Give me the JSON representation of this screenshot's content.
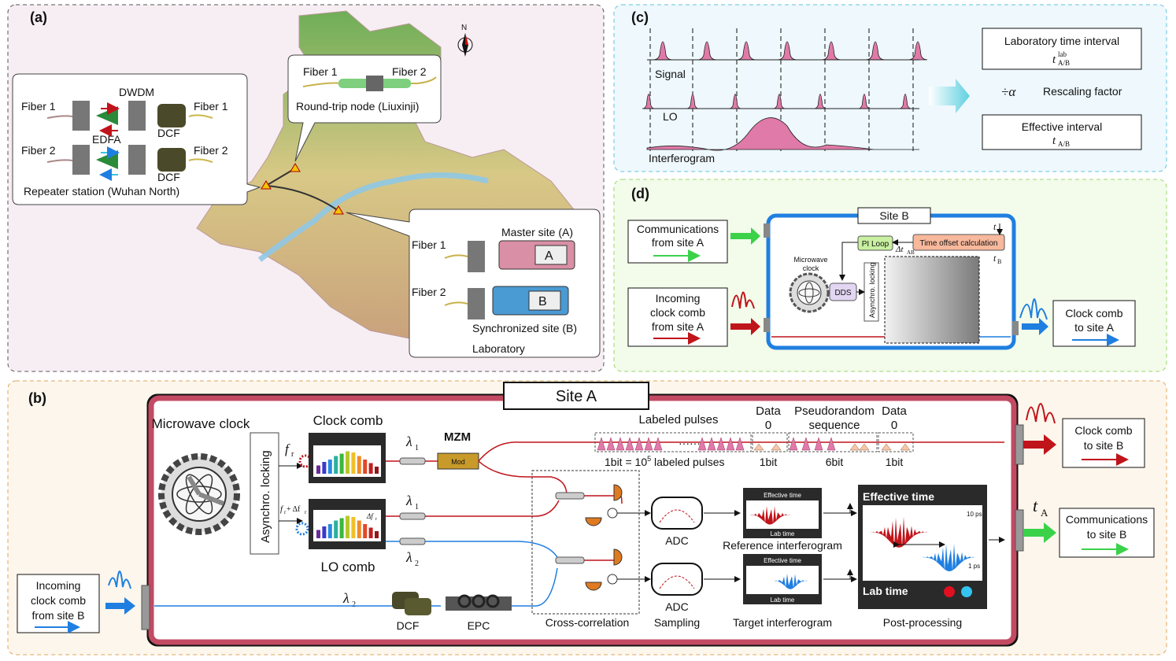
{
  "panel_a": {
    "label": "(a)",
    "north": "N",
    "repeater": {
      "fiber1_left": "Fiber 1",
      "fiber1_right": "Fiber 1",
      "fiber2_left": "Fiber 2",
      "fiber2_right": "Fiber 2",
      "dwdm": "DWDM",
      "edfa": "EDFA",
      "dcf_top": "DCF",
      "dcf_bottom": "DCF",
      "caption": "Repeater station (Wuhan North)"
    },
    "node": {
      "fiber1": "Fiber 1",
      "fiber2": "Fiber 2",
      "caption": "Round-trip node (Liuxinji)"
    },
    "lab": {
      "fiber1": "Fiber 1",
      "fiber2": "Fiber 2",
      "master": "Master site (A)",
      "synced": "Synchronized site (B)",
      "box_a": "A",
      "box_b": "B",
      "caption": "Laboratory"
    }
  },
  "panel_b": {
    "label": "(b)",
    "site": "Site A",
    "microwave_clock": "Microwave clock",
    "asynchro": "Asynchro. locking",
    "fr": "f",
    "fr_sub": "r",
    "fr2": "f",
    "fr2_sub": "r",
    "fr2_plus": "+ Δf",
    "fr2_plus_sub": "r",
    "clock_comb": "Clock comb",
    "lo_comb": "LO comb",
    "delta_fr": "Δf",
    "delta_fr_sub": "r",
    "lambda": "λ",
    "lambda_sub1": "1",
    "lambda_sub2": "2",
    "mzm": "MZM",
    "mod": "Mod",
    "labeled_pulses": "Labeled pulses",
    "data0_a": "Data",
    "data0_a2": "0",
    "pseudo": "Pseudorandom",
    "pseudo2": "sequence",
    "data0_b": "Data",
    "data0_b2": "0",
    "bit_label": "1bit = 10",
    "bit_label_sup": "5",
    "bit_label_rest": " labeled pulses",
    "bit1": "1bit",
    "bit6": "6bit",
    "bit1b": "1bit",
    "adc1": "ADC",
    "adc2": "ADC",
    "sampling": "Sampling",
    "cross_corr": "Cross-correlation",
    "ref_interf": "Reference interferogram",
    "target_interf": "Target interferogram",
    "post": "Post-processing",
    "eff_time": "Effective time",
    "lab_time": "Lab time",
    "eff_time_small": "Effective time",
    "lab_time_small": "Lab time",
    "ps10": "10 ps",
    "ps1": "1 ps",
    "dcf": "DCF",
    "epc": "EPC",
    "incoming": [
      "Incoming",
      "clock comb",
      "from site B"
    ],
    "clock_to_b": [
      "Clock comb",
      "to site B"
    ],
    "comm_to_b": [
      "Communications",
      "to site B"
    ],
    "tA": "t",
    "tA_sub": "A"
  },
  "panel_c": {
    "label": "(c)",
    "signal": "Signal",
    "lo": "LO",
    "interferogram": "Interferogram",
    "lab_interval": "Laboratory time interval",
    "lab_t": "t",
    "lab_t_sup": "lab",
    "lab_t_sub": "A/B",
    "div_alpha": "÷α",
    "rescaling": "Rescaling factor",
    "eff_interval": "Effective interval",
    "eff_t": "t",
    "eff_t_sub": "A/B"
  },
  "panel_d": {
    "label": "(d)",
    "site": "Site B",
    "comm_from_a": [
      "Communications",
      "from site A"
    ],
    "incoming": [
      "Incoming",
      "clock comb",
      "from site A"
    ],
    "clock_to_a": [
      "Clock comb",
      "to site A"
    ],
    "pi_loop": "PI Loop",
    "time_offset": "Time offset calculation",
    "delta_t": "Δt",
    "delta_t_sub": "AB",
    "tA": "t",
    "tA_sub": "A",
    "tB": "t",
    "tB_sub": "B",
    "microwave_clock": [
      "Microwave",
      "clock"
    ],
    "dds": "DDS",
    "asynchro": "Asynchro. locking"
  },
  "colors": {
    "red": "#c0141b",
    "blue": "#1f7fe0",
    "green": "#3bd24a",
    "pink": "#e07aa8",
    "site_a_border": "#c34a63",
    "panel_a_bg": "#f7eef3",
    "panel_b_bg": "#fdf6ec",
    "panel_c_bg": "#eef8fd",
    "panel_d_bg": "#f3fbea"
  }
}
